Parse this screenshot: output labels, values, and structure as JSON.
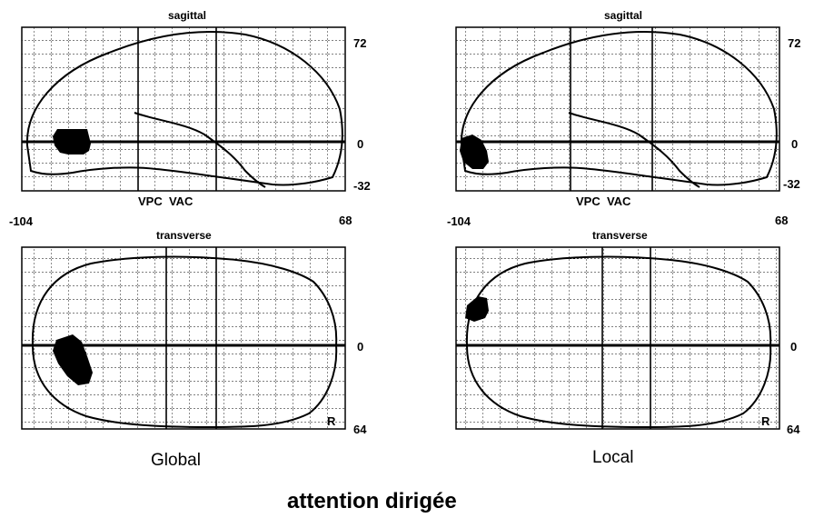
{
  "caption": "attention dirigée",
  "panels": [
    {
      "condition": "Global",
      "sagittal": {
        "title": "sagittal",
        "axis_labels": {
          "top": "72",
          "middle": "0",
          "bottom": "-32"
        },
        "landmarks": "VPC  VAC"
      },
      "x_range": {
        "left": "-104",
        "right": "68"
      },
      "transverse": {
        "title": "transverse",
        "axis_labels": {
          "middle": "0",
          "bottom": "64"
        },
        "side_marker": "R"
      }
    },
    {
      "condition": "Local",
      "sagittal": {
        "title": "sagittal",
        "axis_labels": {
          "top": "72",
          "middle": "0",
          "bottom": "-32"
        },
        "landmarks": "VPC  VAC"
      },
      "x_range": {
        "left": "-104",
        "right": "68"
      },
      "transverse": {
        "title": "transverse",
        "axis_labels": {
          "middle": "0",
          "bottom": "64"
        },
        "side_marker": "R"
      }
    }
  ]
}
